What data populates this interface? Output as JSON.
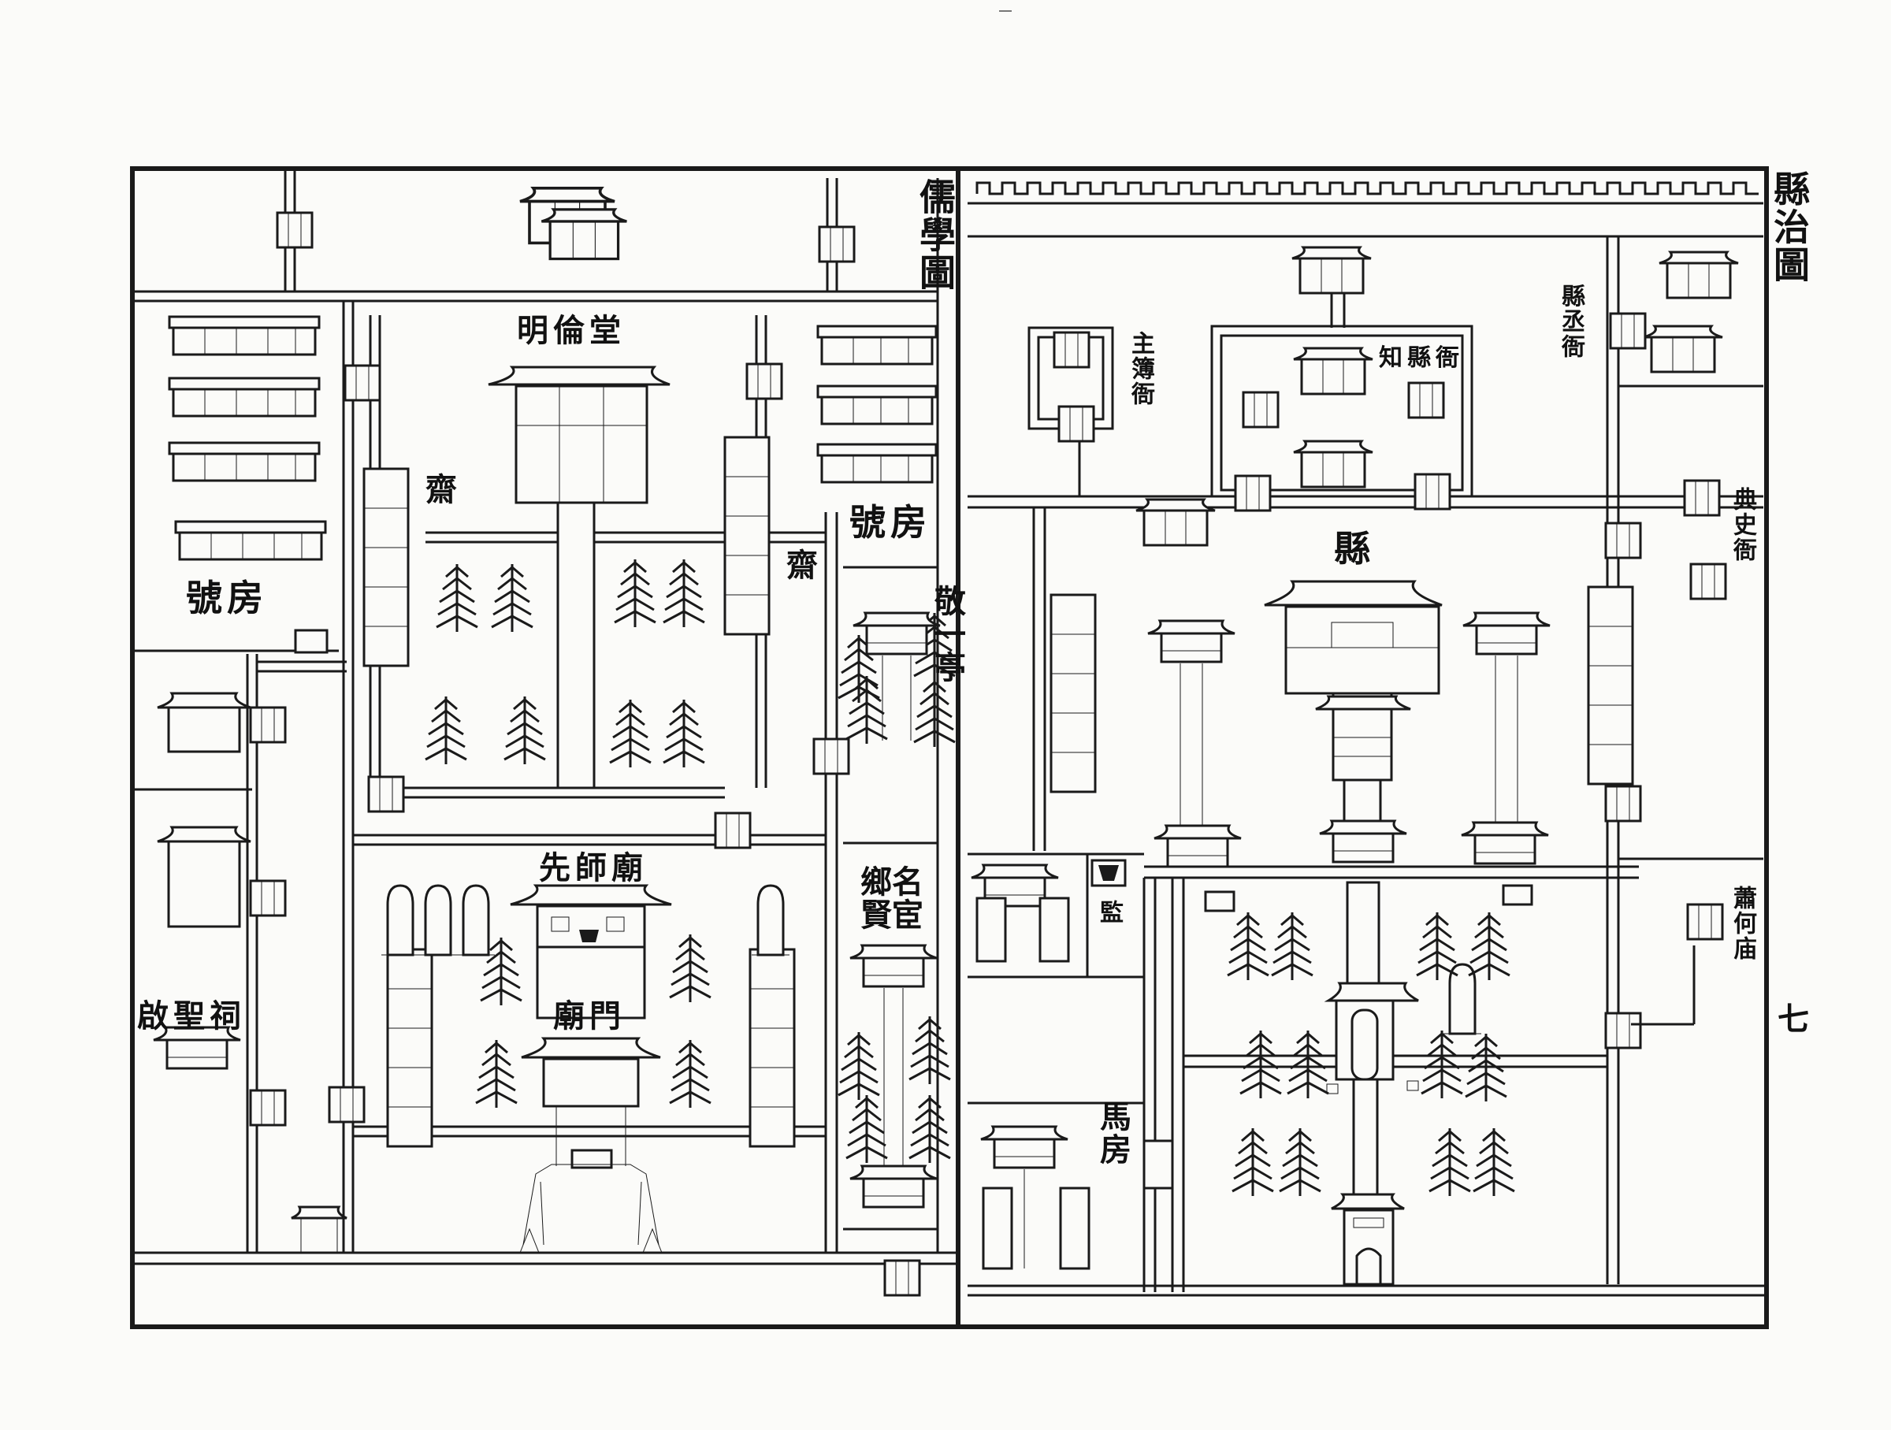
{
  "maps": [
    {
      "title": "儒學圖",
      "labels": {
        "minglun_tang": "明倫堂",
        "zhai_left": "齋",
        "zhai_right": "齋",
        "haofang_left": "號房",
        "haofang_right": "號房",
        "jingyi_ting": "敬一亭",
        "xianshi_miao": "先師廟",
        "miao_men": "廟門",
        "minghuan_xiangxian": "名宦鄉賢",
        "qisheng_ci": "啟聖祠"
      }
    },
    {
      "title": "縣治圖",
      "labels": {
        "zhixian_ya": "知縣衙",
        "zhubu_ya": "主簿衙",
        "xiancheng_ya": "縣丞衙",
        "dianshi_ya": "典史衙",
        "xian": "縣",
        "jian": "監",
        "xiaohe_miao": "蕭何庙",
        "ma_fang": "馬房"
      }
    }
  ],
  "page_number": "七"
}
